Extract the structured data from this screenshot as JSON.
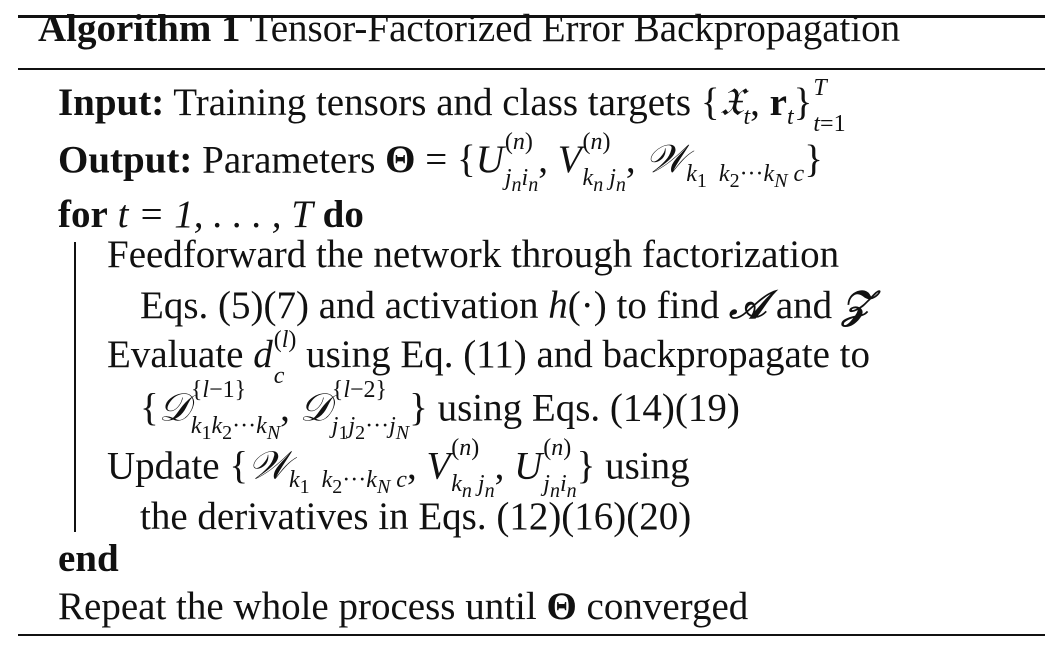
{
  "caption": {
    "label": "Algorithm 1",
    "title": "Tensor-Factorized Error Backpropagation"
  },
  "input": {
    "label": "Input:",
    "text": "Training tensors and class targets"
  },
  "output": {
    "label": "Output:",
    "text": "Parameters"
  },
  "loop": {
    "for_kw": "for",
    "range": "t = 1, . . . , T",
    "do_kw": "do",
    "end_kw": "end"
  },
  "body": {
    "l1": "Feedforward the network through factorization",
    "l2a": "Eqs. (5)(7) and activation",
    "l2b": "to find",
    "l2c": "and",
    "l3a": "Evaluate",
    "l3b": "using Eq. (11) and backpropagate to",
    "l4b": "using Eqs. (14)(19)",
    "l5a": "Update",
    "l5b": "using",
    "l6": "the derivatives in Eqs. (12)(16)(20)"
  },
  "final": {
    "text": "Repeat the whole process until",
    "end_text": "converged"
  }
}
